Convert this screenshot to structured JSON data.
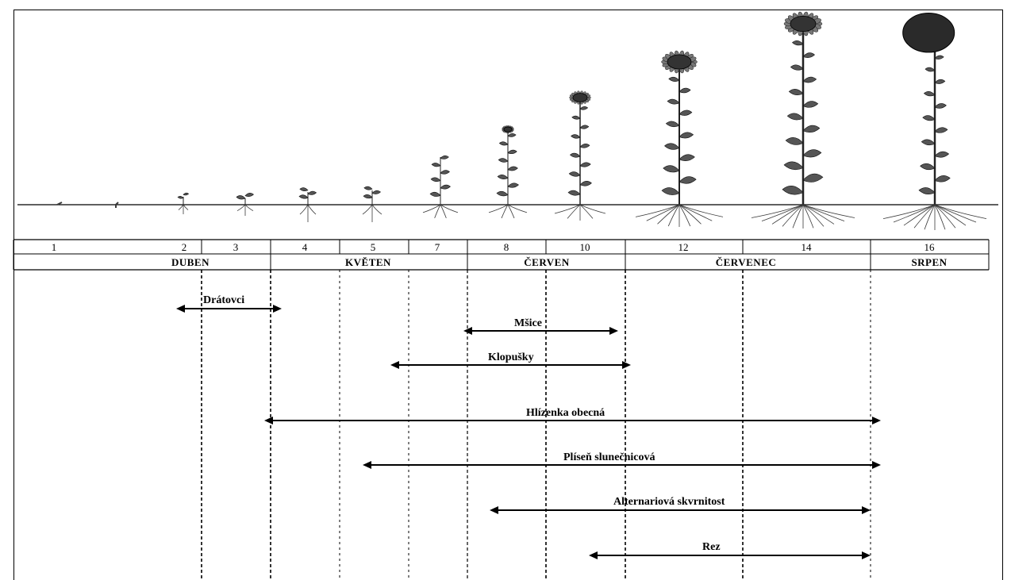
{
  "stages": [
    "1",
    "2",
    "3",
    "4",
    "5",
    "7",
    "8",
    "10",
    "12",
    "14",
    "16"
  ],
  "months": [
    "DUBEN",
    "KVĚTEN",
    "ČERVEN",
    "ČERVENEC",
    "SRPEN"
  ],
  "pests": [
    {
      "label": "Drátovci"
    },
    {
      "label": "Mšice"
    },
    {
      "label": "Klopušky"
    },
    {
      "label": "Hlízenka obecná"
    },
    {
      "label": "Plíseň slunečnicová"
    },
    {
      "label": "Alternariová skvrnitost"
    },
    {
      "label": "Rez"
    }
  ],
  "colors": {
    "line": "#000000",
    "plant": "#3a3a3a",
    "plant_leaf": "#555555"
  }
}
